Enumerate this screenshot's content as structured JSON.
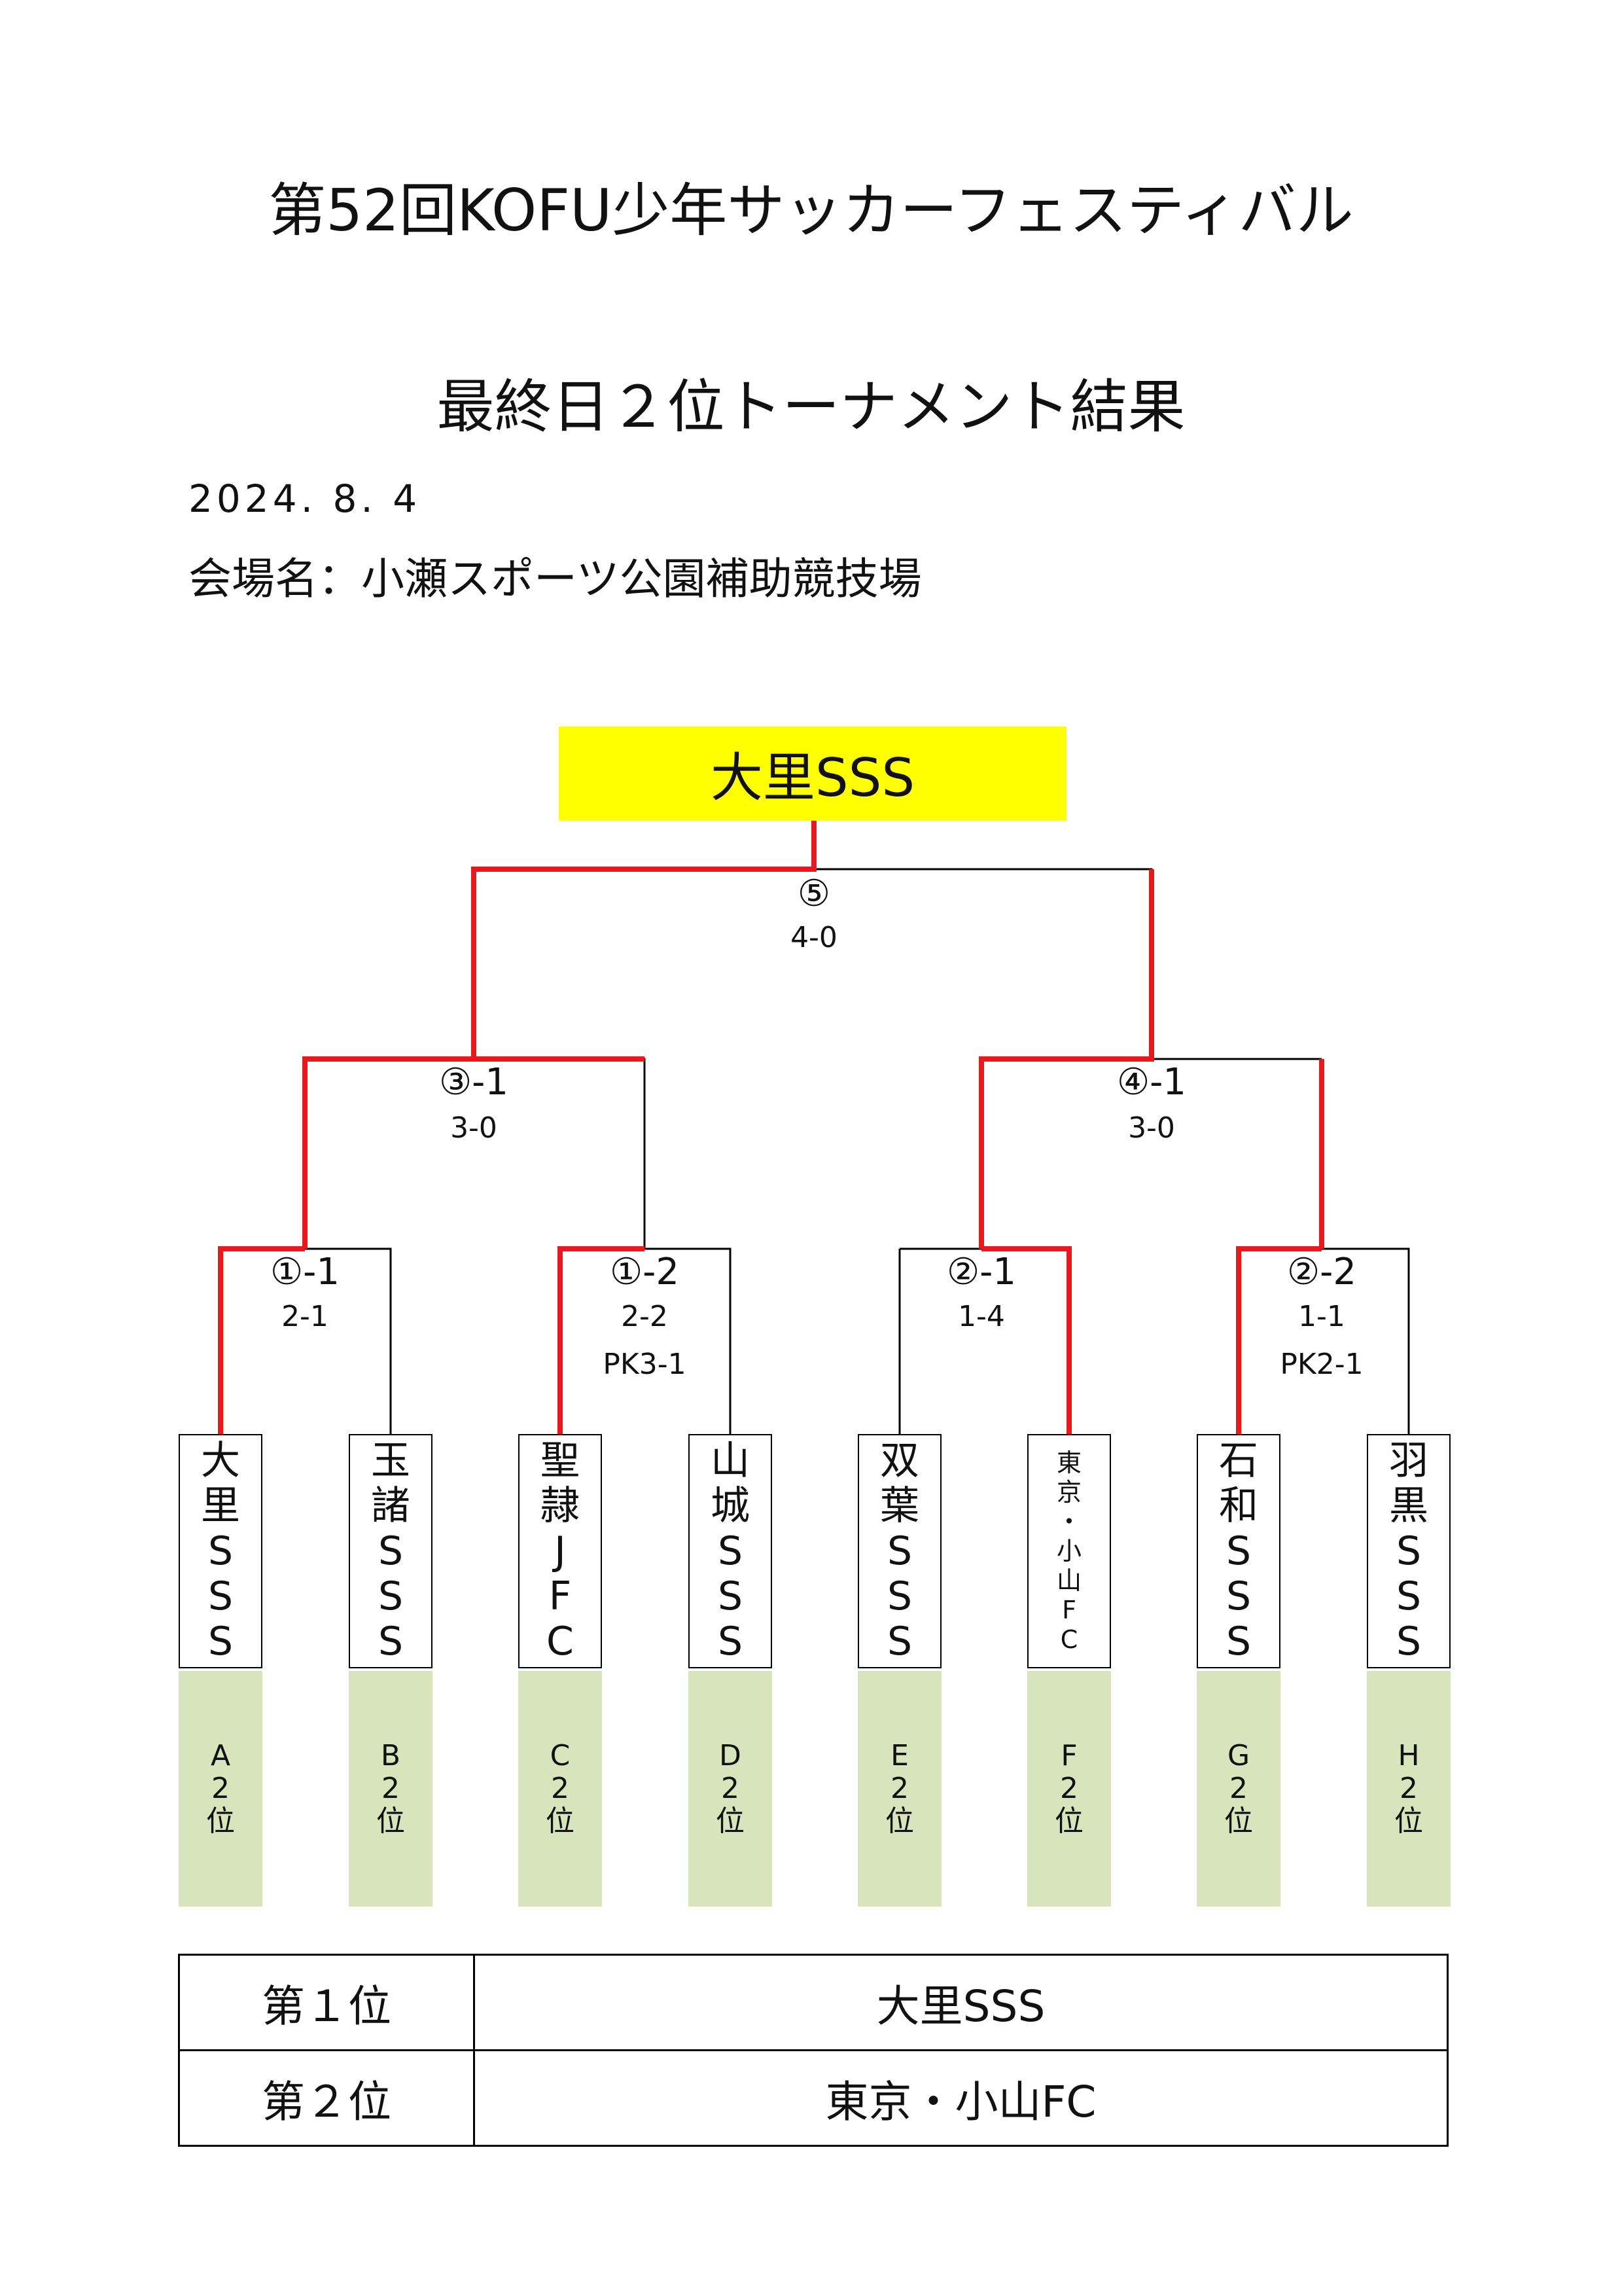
{
  "title": "第52回KOFU少年サッカーフェスティバル",
  "subtitle": "最終日２位トーナメント結果",
  "date": "2024. 8. 4",
  "venue": "会場名：小瀬スポーツ公園補助競技場",
  "champion": "大里SSS",
  "matches": {
    "final": {
      "id": "⑤",
      "score": "4-0"
    },
    "semi1": {
      "id": "③-1",
      "score": "3-0"
    },
    "semi2": {
      "id": "④-1",
      "score": "3-0"
    },
    "q1": {
      "id": "①-1",
      "score": "2-1"
    },
    "q2": {
      "id": "①-2",
      "score": "2-2",
      "pk": "PK3-1"
    },
    "q3": {
      "id": "②-1",
      "score": "1-4"
    },
    "q4": {
      "id": "②-2",
      "score": "1-1",
      "pk": "PK2-1"
    }
  },
  "teams": [
    {
      "name": [
        "大",
        "里",
        "S",
        "S",
        "S"
      ],
      "rank": [
        "A",
        "2",
        "位"
      ]
    },
    {
      "name": [
        "玉",
        "諸",
        "S",
        "S",
        "S"
      ],
      "rank": [
        "B",
        "2",
        "位"
      ]
    },
    {
      "name": [
        "聖",
        "隷",
        "J",
        "F",
        "C"
      ],
      "rank": [
        "C",
        "2",
        "位"
      ]
    },
    {
      "name": [
        "山",
        "城",
        "S",
        "S",
        "S"
      ],
      "rank": [
        "D",
        "2",
        "位"
      ]
    },
    {
      "name": [
        "双",
        "葉",
        "S",
        "S",
        "S"
      ],
      "rank": [
        "E",
        "2",
        "位"
      ]
    },
    {
      "name": [
        "東",
        "京",
        "・",
        "小",
        "山",
        "F",
        "C"
      ],
      "rank": [
        "F",
        "2",
        "位"
      ]
    },
    {
      "name": [
        "石",
        "和",
        "S",
        "S",
        "S"
      ],
      "rank": [
        "G",
        "2",
        "位"
      ]
    },
    {
      "name": [
        "羽",
        "黒",
        "S",
        "S",
        "S"
      ],
      "rank": [
        "H",
        "2",
        "位"
      ]
    }
  ],
  "results": [
    {
      "place": "第１位",
      "team": "大里SSS"
    },
    {
      "place": "第２位",
      "team": "東京・小山FC"
    }
  ],
  "colors": {
    "winner_line": "#e8191e",
    "champion_bg": "#ffff00",
    "rank_bg": "#d8e4bc"
  }
}
